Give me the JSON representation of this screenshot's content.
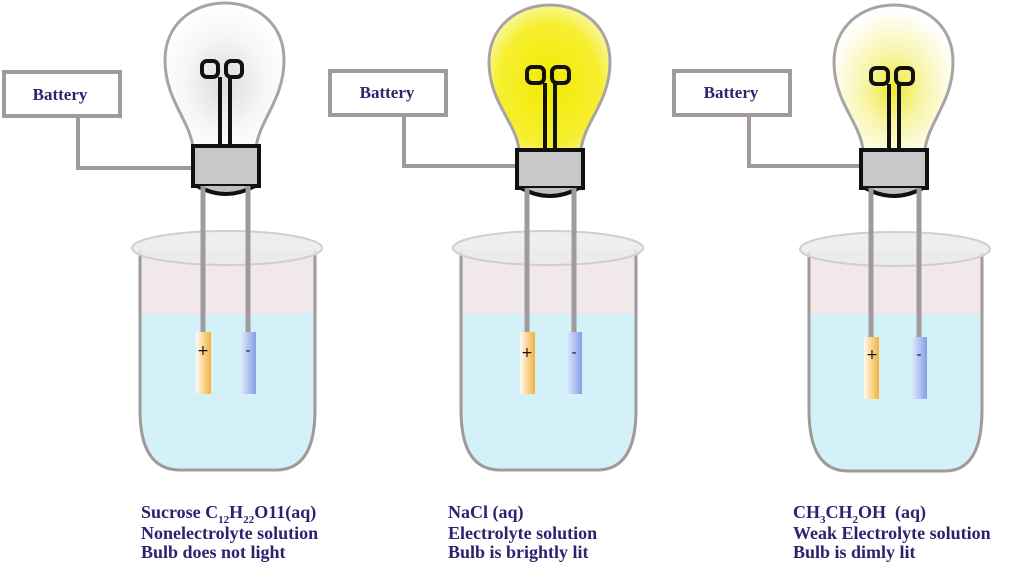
{
  "colors": {
    "text": "#2a2370",
    "wire": "#a09a9a",
    "bulb_outline": "#a8a4a4",
    "socket": "#c8c8c8",
    "liquid": "#d4f1fa",
    "beaker_air": "#f1e8ea",
    "anode": "#f4b840",
    "cathode": "#8fa8e8",
    "bright_glow": "#f6ee10",
    "dim_glow": "#f4ee60"
  },
  "setups": [
    {
      "battery_label": "Battery",
      "bulb_state": "off",
      "anode_sign": "+",
      "cathode_sign": "-",
      "caption": {
        "solute_prefix": "Sucrose C",
        "sub1": "12",
        "mid1": "H",
        "sub2": "22",
        "solute_suffix": "O11(aq)",
        "type": "Nonelectrolyte solution",
        "result": "Bulb does not light"
      }
    },
    {
      "battery_label": "Battery",
      "bulb_state": "bright",
      "anode_sign": "+",
      "cathode_sign": "-",
      "caption": {
        "solute": "NaCl (aq)",
        "type": "Electrolyte solution",
        "result": "Bulb is brightly lit"
      }
    },
    {
      "battery_label": "Battery",
      "bulb_state": "dim",
      "anode_sign": "+",
      "cathode_sign": "-",
      "caption": {
        "solute_prefix": "CH",
        "sub1": "3",
        "mid1": "CH",
        "sub2": "2",
        "solute_suffix": "OH  (aq)",
        "type": "Weak Electrolyte solution",
        "result": "Bulb is dimly lit"
      }
    }
  ]
}
